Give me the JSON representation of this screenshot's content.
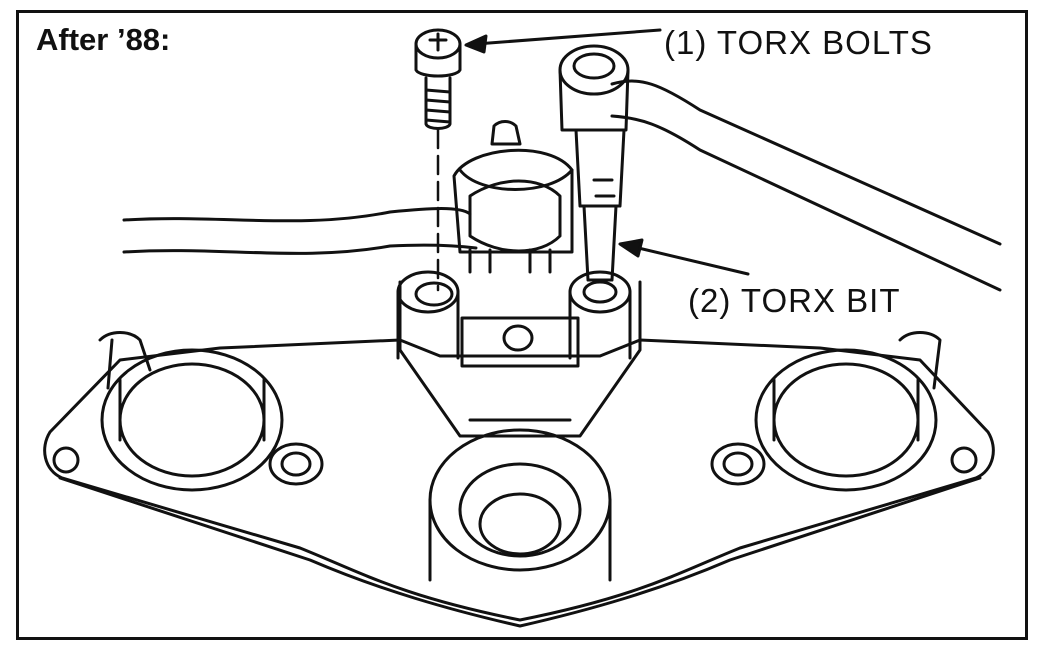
{
  "figure": {
    "title": "After ’88:",
    "callouts": [
      {
        "number": "(1)",
        "text": "TORX BOLTS"
      },
      {
        "number": "(2)",
        "text": "TORX BIT"
      }
    ],
    "line_color": "#111111",
    "background_color": "#ffffff"
  }
}
